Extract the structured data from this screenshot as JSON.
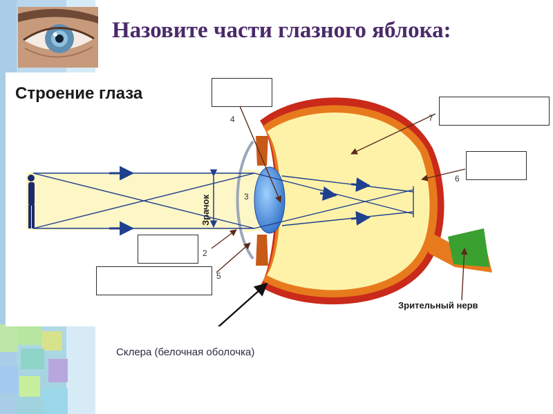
{
  "title": "Назовите части глазного яблока:",
  "diagram": {
    "heading": "Строение глаза",
    "pupil_label": "Зрачок",
    "optic_nerve_label": "Зрительный нерв",
    "numbers": [
      "2",
      "3",
      "4",
      "5",
      "6",
      "7"
    ],
    "sclera_caption": "Склера (белочная оболочка)"
  },
  "icons": {
    "photo": "eye-photo",
    "figure": "person-silhouette-icon"
  },
  "colors": {
    "title": "#4a2a6a",
    "eyeball_fill": "#fdf2a8",
    "choroid": "#e87a1e",
    "retina": "#c92a1a",
    "lens": "#3a7fd0",
    "optic_nerve": "#3aa030",
    "light_beam": "#fdf6c6",
    "rays": "#1f3f8f"
  }
}
